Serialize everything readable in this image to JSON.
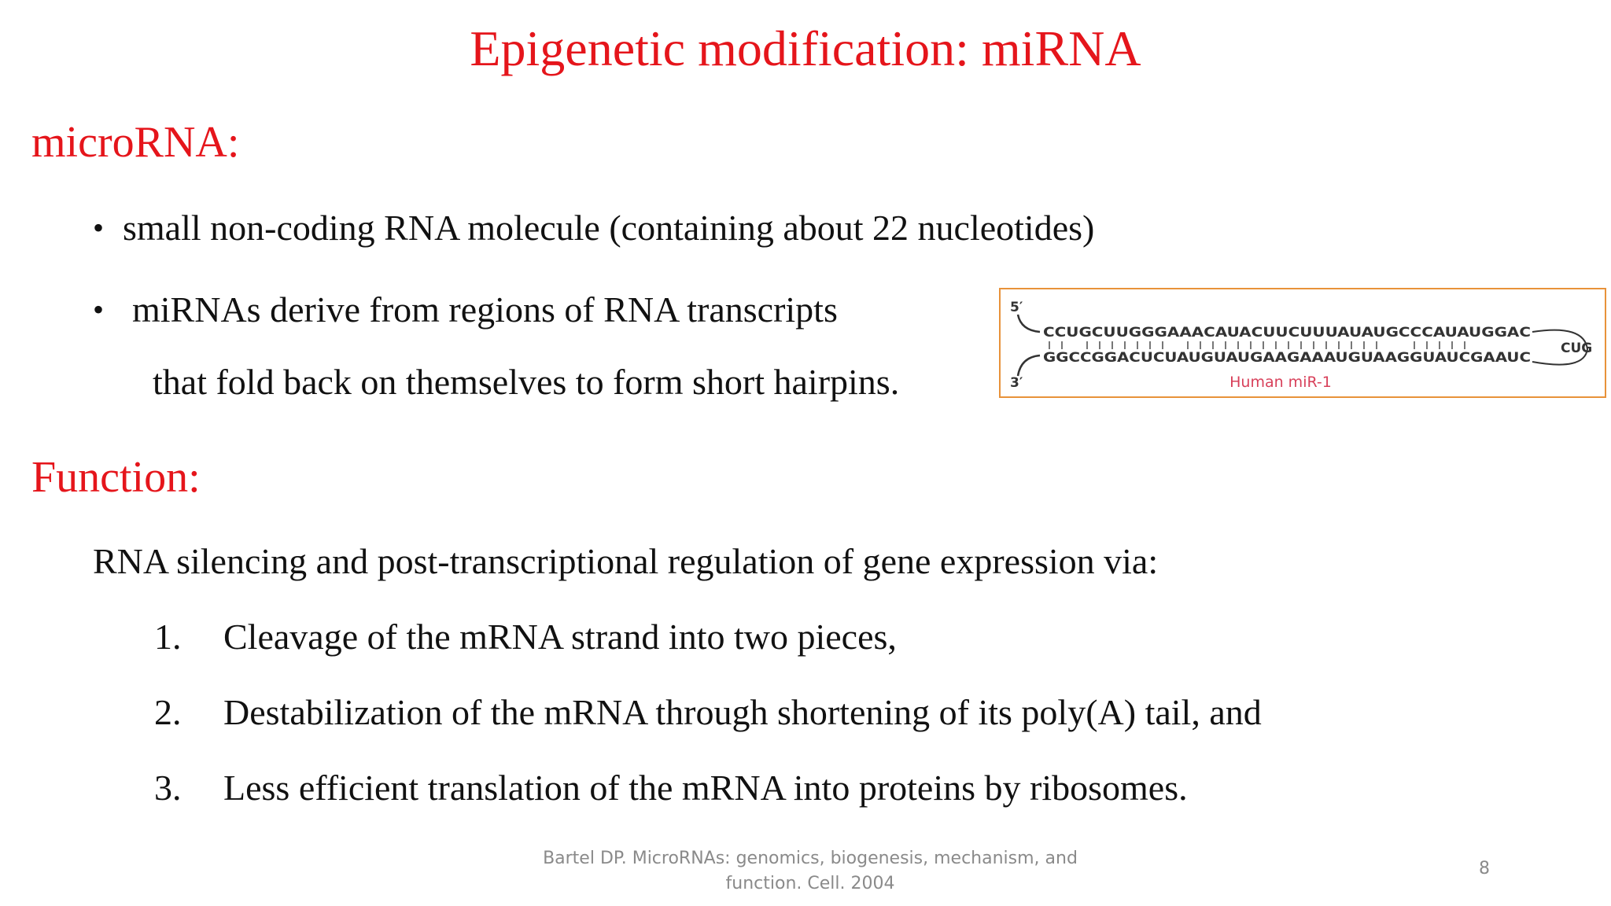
{
  "title": "Epigenetic modification: miRNA",
  "section_microrna": {
    "heading": "microRNA:",
    "bullets": [
      "small non-coding RNA molecule (containing about 22 nucleotides)",
      "miRNAs derive from regions of RNA transcripts"
    ],
    "bullet_continuation": "that fold back on themselves to form short hairpins.",
    "bullet_symbol": "•"
  },
  "figure": {
    "label_5prime": "5′",
    "label_3prime": "3′",
    "top_strand": "CCUGCUUGGGAAACAUACUUCUUUAUAUGCCCAUAUGGAC",
    "bottom_strand": "GGCCGGACUCUAUGUAUGAAGAAAUGUAAGGUAUCGAAUC",
    "loop": "CUG",
    "caption": "Human miR-1",
    "colors": {
      "strand": "#333333",
      "mirna": "#d8405a",
      "border": "#e8923a"
    }
  },
  "section_function": {
    "heading": "Function:",
    "intro": "RNA silencing and post-transcriptional regulation of gene expression via:",
    "items": [
      {
        "num": "1.",
        "text": "Cleavage of the mRNA strand into two pieces,"
      },
      {
        "num": "2.",
        "text": "Destabilization of the mRNA through shortening of its poly(A) tail, and"
      },
      {
        "num": "3.",
        "text": "Less efficient translation of the mRNA into proteins by ribosomes."
      }
    ]
  },
  "citation": {
    "line1": "Bartel DP. MicroRNAs: genomics, biogenesis, mechanism, and",
    "line2": "function. Cell. 2004"
  },
  "page_number": "8",
  "colors": {
    "accent": "#e5151b",
    "text": "#111111",
    "muted": "#8a8a8a"
  }
}
